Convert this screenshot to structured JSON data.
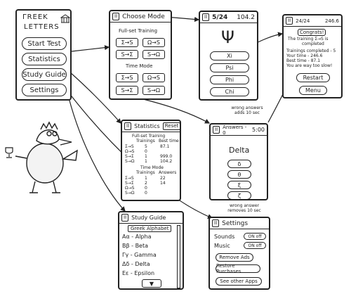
{
  "main_menu": {
    "title_line1": "ΓREEK",
    "title_line2": "LETTERS",
    "buttons": [
      "Start Test",
      "Statistics",
      "Study Guide",
      "Settings"
    ]
  },
  "choose_mode": {
    "back": "II",
    "title": "Choose Mode",
    "section1": "Full-set Training",
    "section1_buttons": [
      "Σ→S",
      "Ω→S",
      "S→Σ",
      "S→Ω"
    ],
    "section2": "Time Mode",
    "section2_buttons": [
      "Σ→S",
      "Ω→S",
      "S→Σ",
      "S→Ω"
    ]
  },
  "quiz": {
    "back": "II",
    "progress": "5/24",
    "score": "104.2",
    "letter": "Ψ",
    "options": [
      "Xi",
      "Psi",
      "Phi",
      "Chi"
    ]
  },
  "results": {
    "back": "II",
    "progress": "24/24",
    "score": "246.6",
    "congrats": "Congrats!",
    "lines": [
      "The training Σ→S is",
      "completed",
      "Trainings completed - 5",
      "Your time - 246.6",
      "Best time - 87.1",
      "You are way too slow!"
    ],
    "buttons": [
      "Restart",
      "Menu"
    ]
  },
  "statistics": {
    "back": "II",
    "title": "Statistics",
    "reset": "Reset",
    "section1": "Full-set Training",
    "col_headers": [
      "Trainings",
      "Best time"
    ],
    "rows1": [
      [
        "Σ→S",
        "5",
        "87.1"
      ],
      [
        "Ω→S",
        "0",
        ""
      ],
      [
        "S→Σ",
        "1",
        "999.0"
      ],
      [
        "S→Ω",
        "1",
        "104.2"
      ]
    ],
    "section2": "Time Mode",
    "col_headers2": [
      "Trainings",
      "Answers"
    ],
    "rows2": [
      [
        "Σ→S",
        "1",
        "22"
      ],
      [
        "S→Σ",
        "2",
        "14"
      ],
      [
        "Ω→S",
        "0",
        ""
      ],
      [
        "S→Ω",
        "0",
        ""
      ]
    ]
  },
  "time_quiz": {
    "back": "II",
    "answers": "Answers - 0",
    "time": "5:00",
    "prompt": "Delta",
    "options": [
      "δ",
      "θ",
      "ξ",
      "ζ"
    ]
  },
  "study_guide": {
    "back": "II",
    "title": "Study Guide",
    "subtitle": "Greek Alphabet",
    "items": [
      "Aα - Alpha",
      "Bβ - Beta",
      "Γγ - Gamma",
      "Δδ - Delta",
      "Eε - Epsilon"
    ],
    "down": "▼"
  },
  "settings": {
    "back": "II",
    "title": "Settings",
    "sounds": "Sounds",
    "sounds_toggle": "ON off",
    "music": "Music",
    "music_toggle": "ON off",
    "buttons": [
      "Remove Ads",
      "Restore Purchases",
      "See other Apps"
    ]
  },
  "notes": {
    "wrong_adds": "wrong answers adds 10 sec",
    "wrong_removes": "wrong answer removes 10 sec"
  },
  "icons": [
    "temple-icon",
    "dragon-mascot-icon",
    "trophy-icon"
  ]
}
